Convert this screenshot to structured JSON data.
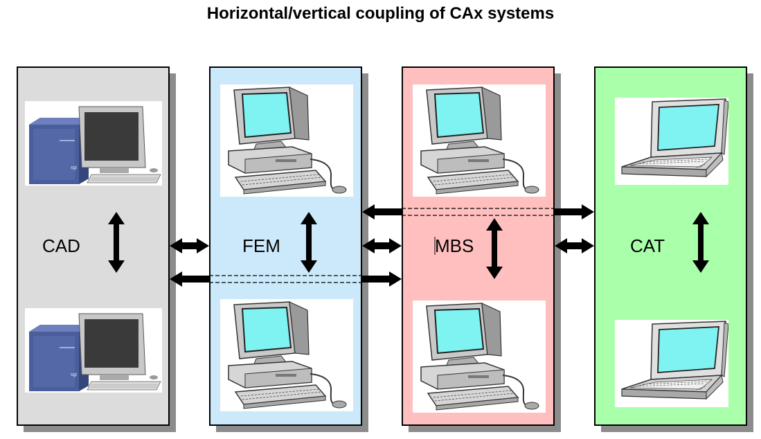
{
  "title": "Horizontal/vertical coupling of CAx systems",
  "colors": {
    "cad": "#dcdcdc",
    "fem": "#cce9fb",
    "mbs": "#ffbfbf",
    "cat": "#aaffaa",
    "screen": "#7ff2f2",
    "shadow": "#8c8c8c"
  },
  "panels": [
    {
      "label": "CAD",
      "computer": "sgi-workstation-icon"
    },
    {
      "label": "FEM",
      "computer": "desktop-pc-icon"
    },
    {
      "label": "MBS",
      "computer": "desktop-pc-icon"
    },
    {
      "label": "CAT",
      "computer": "laptop-icon"
    }
  ]
}
